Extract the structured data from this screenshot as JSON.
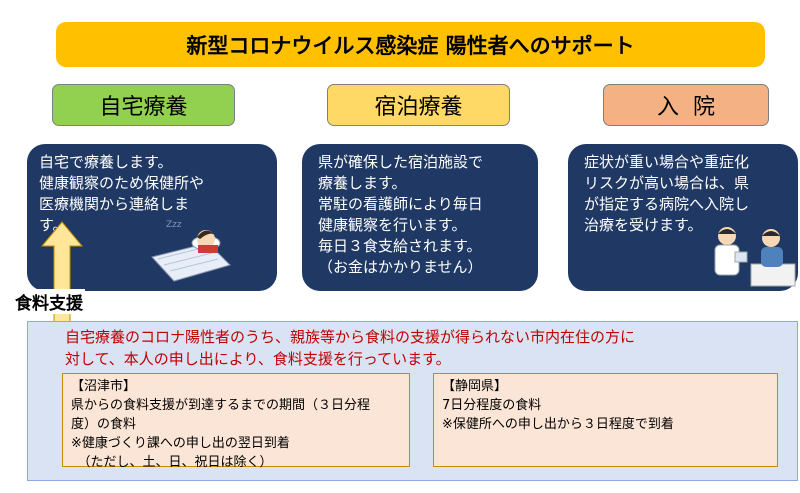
{
  "title": "新型コロナウイルス感染症 陽性者へのサポート",
  "options": [
    {
      "label": "自宅療養",
      "color": "#92d050"
    },
    {
      "label": "宿泊療養",
      "color": "#ffd966"
    },
    {
      "label": "入院",
      "color": "#f4b183"
    }
  ],
  "cards": [
    {
      "text": "自宅で療養します。\n健康観察のため保健所や\n医療機関から連絡しま\nす。"
    },
    {
      "text": "県が確保した宿泊施設で\n療養します。\n常駐の看護師により毎日\n健康観察を行います。\n毎日３食支給されます。\n（お金はかかりません）"
    },
    {
      "text": "症状が重い場合や重症化\nリスクが高い場合は、県\nが指定する病院へ入院し\n治療を受けます。"
    }
  ],
  "food_support": {
    "label": "食料支援",
    "description": "自宅療養のコロナ陽性者のうち、親族等から食料の支援が得られない市内在住の方に\n対して、本人の申し出により、食料支援を行っています。",
    "numazu": "【沼津市】\n県からの食料支援が到達するまでの期間（３日分程\n度）の食料\n※健康づくり課への申し出の翌日到着\n　（ただし、土、日、祝日は除く）",
    "shizuoka": "【静岡県】\n7日分程度の食料\n※保健所への申し出から３日程度で到着"
  },
  "colors": {
    "title_bg": "#ffc000",
    "card_bg": "#1f3864",
    "panel_bg": "#dae3f3",
    "subbox_bg": "#fbe5d6",
    "alert_text": "#c00000"
  }
}
